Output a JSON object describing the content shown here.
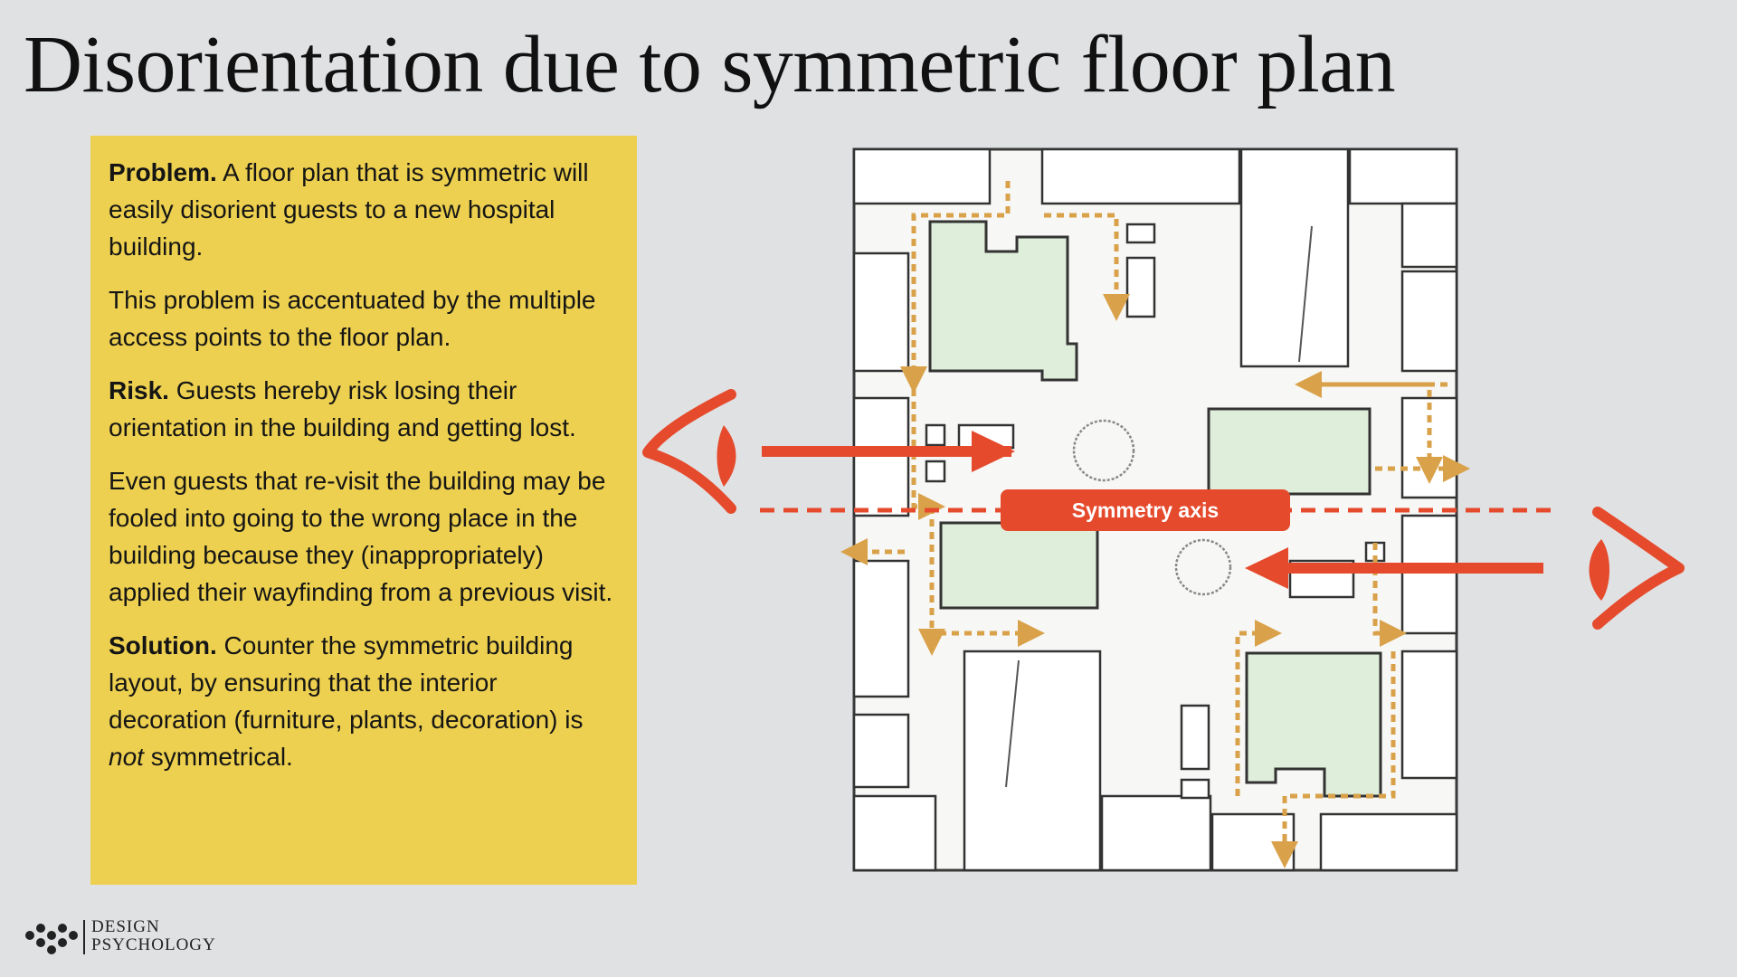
{
  "slide": {
    "title": "Disorientation due to symmetric floor plan"
  },
  "panel": {
    "problem_label": "Problem.",
    "problem_text": " A floor plan that is symmetric will easily disorient guests to a new hospital building.",
    "accent_text": "This problem is accentuated by the multiple access points to the floor plan.",
    "risk_label": "Risk.",
    "risk_text": " Guests hereby risk losing their orientation in the building and getting lost.",
    "revisit_text": "Even guests that re-visit the building may be fooled into going to the wrong place in the building because they (inappropriately) applied their wayfinding from a previous visit.",
    "solution_label": "Solution.",
    "solution_text_1": " Counter the symmetric building layout, by ensuring that the interior decoration (furniture, plants, decoration) is ",
    "solution_emphasis": "not",
    "solution_text_2": " symmetrical."
  },
  "diagram": {
    "axis_label": "Symmetry axis",
    "icons": [
      "eye-left-icon",
      "eye-right-icon",
      "arrow-right-icon",
      "arrow-left-icon"
    ],
    "colors": {
      "accent": "#e54a2c",
      "panel": "#edd04f",
      "courtyard": "#dfeeda",
      "path": "#d9a24a"
    }
  },
  "logo": {
    "line1": "DESIGN",
    "line2": "PSYCHOLOGY"
  }
}
